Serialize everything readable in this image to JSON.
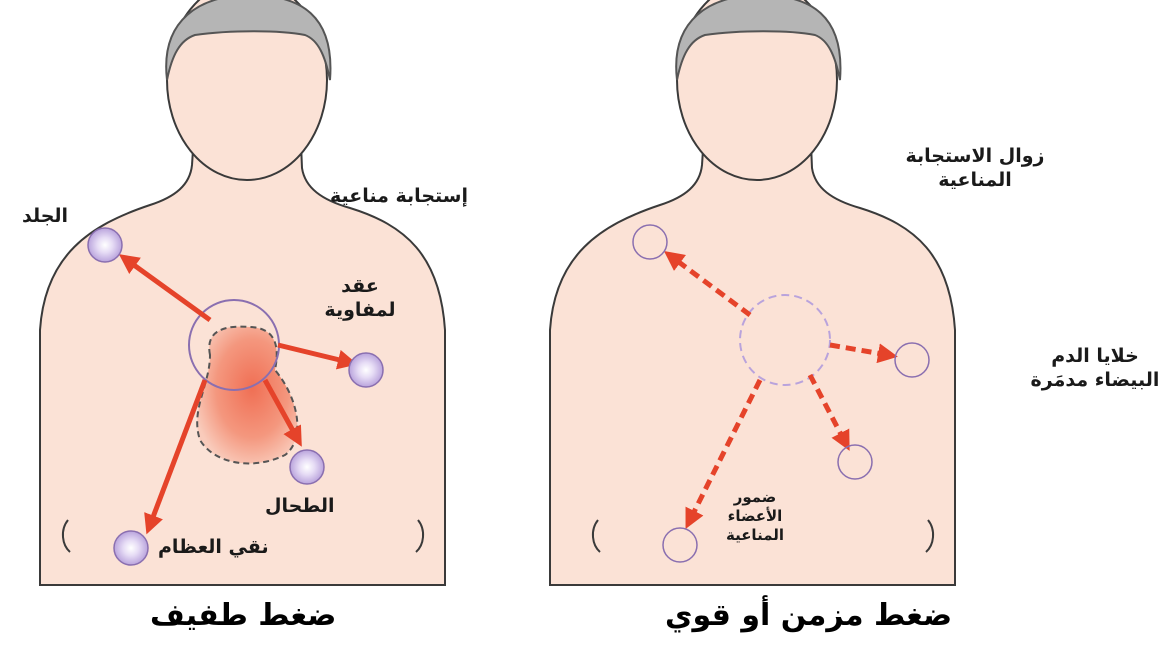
{
  "colors": {
    "skin": "#fbe2d6",
    "skin_outline": "#3a3a3a",
    "hair": "#b5b5b5",
    "hair_outline": "#555555",
    "arrow": "#e5432a",
    "lymph_fill": "#f4977e",
    "cell_purple": "#b9a3dc",
    "cell_outline": "#8a6fb0"
  },
  "left_figure": {
    "caption": "ضغط طفيف",
    "labels": {
      "immune_response": "إستجابة مناعية",
      "skin": "الجلد",
      "lymph_nodes_line1": "عقد",
      "lymph_nodes_line2": "لمفاوية",
      "spleen": "الطحال",
      "bone_marrow": "نقي العظام"
    }
  },
  "right_figure": {
    "caption": "ضغط مزمن أو قوي",
    "labels": {
      "loss_line1": "زوال الاستجابة",
      "loss_line2": "المناعية",
      "wbc_line1": "خلايا الدم",
      "wbc_line2": "البيضاء مدمَرة",
      "atrophy_line1": "ضمور",
      "atrophy_line2": "الأعضاء",
      "atrophy_line3": "المناعية"
    }
  }
}
